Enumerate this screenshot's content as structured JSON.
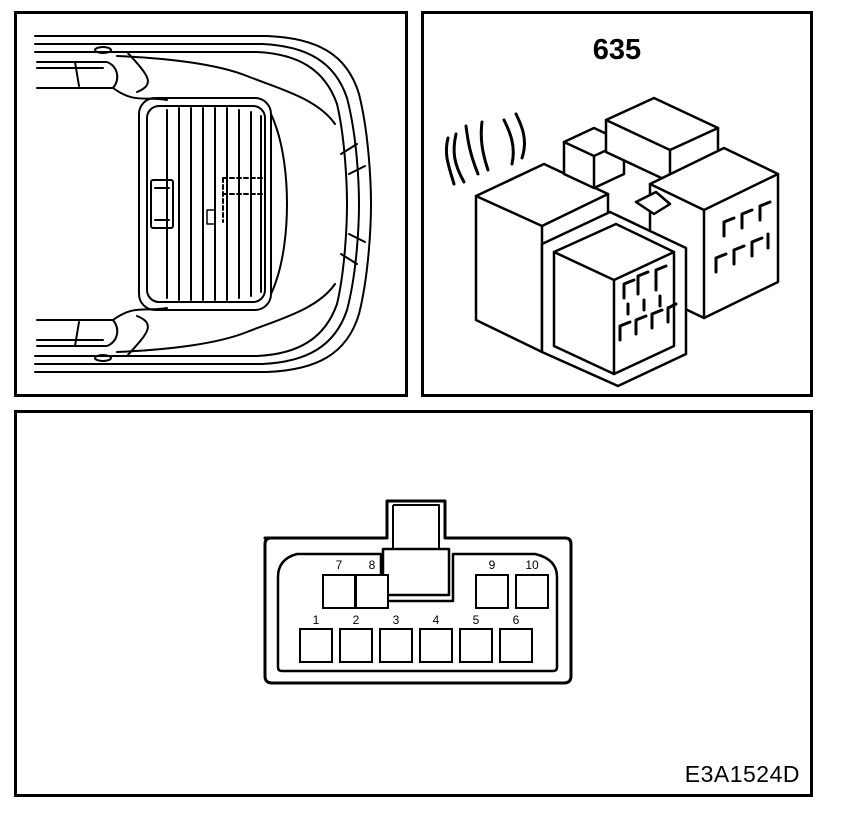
{
  "connector": {
    "code": "635"
  },
  "pinout": {
    "top_row_pins": [
      "7",
      "8",
      "9",
      "10"
    ],
    "bottom_row_pins": [
      "1",
      "2",
      "3",
      "4",
      "5",
      "6"
    ]
  },
  "diagram_id": "E3A1524D",
  "colors": {
    "line": "#000000",
    "background": "#ffffff"
  }
}
